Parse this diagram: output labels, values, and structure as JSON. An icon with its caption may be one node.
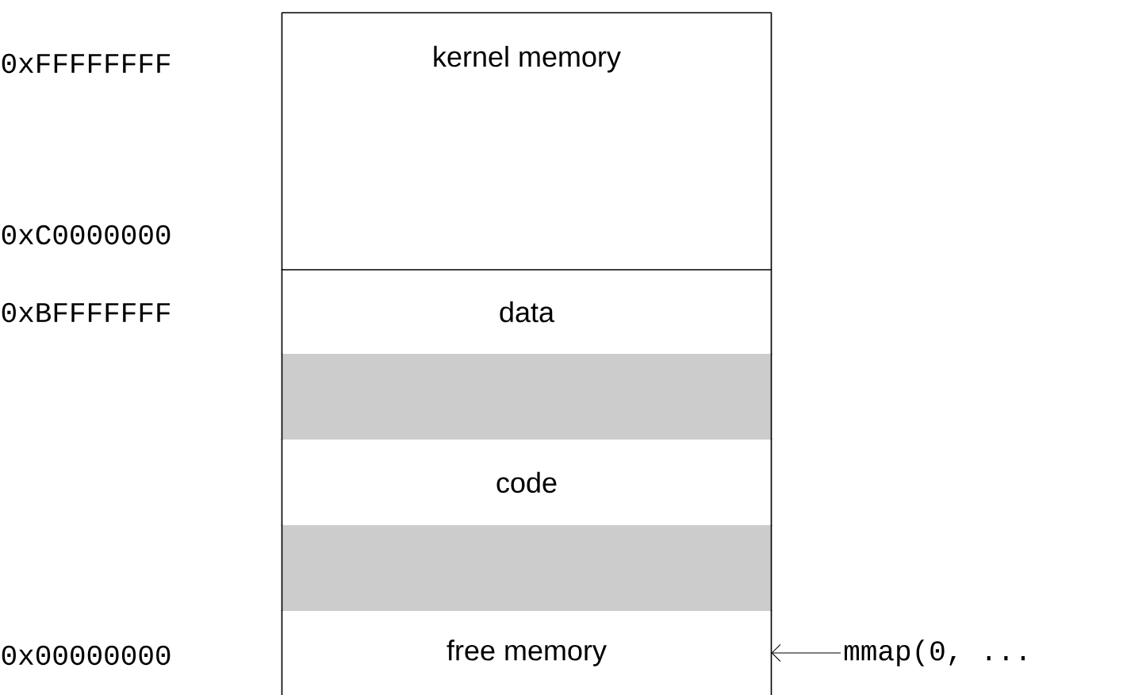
{
  "diagram": {
    "nodes": [
      {
        "text": [
          "kernel memory"
        ]
      },
      {
        "text": [
          "data"
        ]
      },
      {
        "text": [],
        "shape": "bar"
      },
      {
        "text": [
          "code"
        ]
      },
      {
        "text": [],
        "shape": "bar"
      },
      {
        "text": [
          "free memory"
        ]
      },
      {
        "text": [
          "mmap(0, ..."
        ]
      }
    ],
    "edges": [
      {
        "from": 6,
        "to": 5,
        "arrow": "to"
      }
    ],
    "labels": [
      "0xFFFFFFFF",
      "0xC0000000",
      "0xBFFFFFFF",
      "0x00000000"
    ]
  }
}
